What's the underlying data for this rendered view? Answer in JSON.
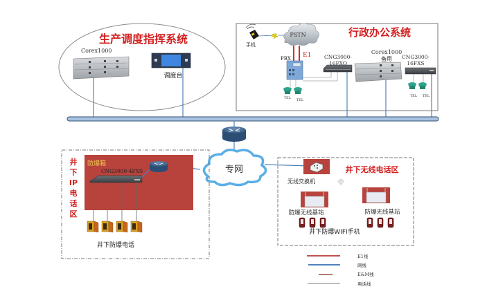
{
  "dispatch_system": {
    "title": "生产调度指挥系统",
    "switch_label": "Corex1000",
    "console_label": "调度台"
  },
  "office_system": {
    "title": "行政办公系统",
    "mobile_label": "手机",
    "pstn_label": "PSTN",
    "pbx_label": "PBX",
    "e1_label": "E1",
    "gateway_fxo_label_1": "CNG3000-",
    "gateway_fxo_label_2": "16FXO",
    "backup_switch_label_1": "Corex1000",
    "backup_switch_label_2": "备用",
    "gateway_fxs_label_1": "CNG3000-",
    "gateway_fxs_label_2": "16FXS",
    "tel_label": "TEL"
  },
  "private_network": {
    "cloud_label": "专网"
  },
  "underground_ip_zone": {
    "title_chars": [
      "井",
      "下",
      "IP",
      "电",
      "话",
      "区"
    ],
    "box_label": "防爆箱",
    "gateway_label": "CNG3000-4FXS",
    "phones_label": "井下防爆电话",
    "phone_count": 4
  },
  "underground_wireless_zone": {
    "title": "井下无线电话区",
    "switch_label": "无线交换机",
    "base_station_label": "防爆无线基站",
    "handsets_label": "井下防爆WIFI手机",
    "handsets_per_station": 3
  },
  "legend": {
    "items": [
      {
        "label": "E1线",
        "color": "#c0504d"
      },
      {
        "label": "网线",
        "color": "#4f81bd"
      },
      {
        "label": "E&M线",
        "color": "#b07a72"
      },
      {
        "label": "电话线",
        "color": "#a6a6a6"
      }
    ]
  },
  "colors": {
    "title_red": "#d42020",
    "backbone_fill": "#a9c3e3",
    "backbone_stroke": "#2f4f6f",
    "network_line": "#4f81bd",
    "explosion_box": "#b8433c",
    "router": "#3d6690",
    "cloud": "#5aaee6"
  }
}
